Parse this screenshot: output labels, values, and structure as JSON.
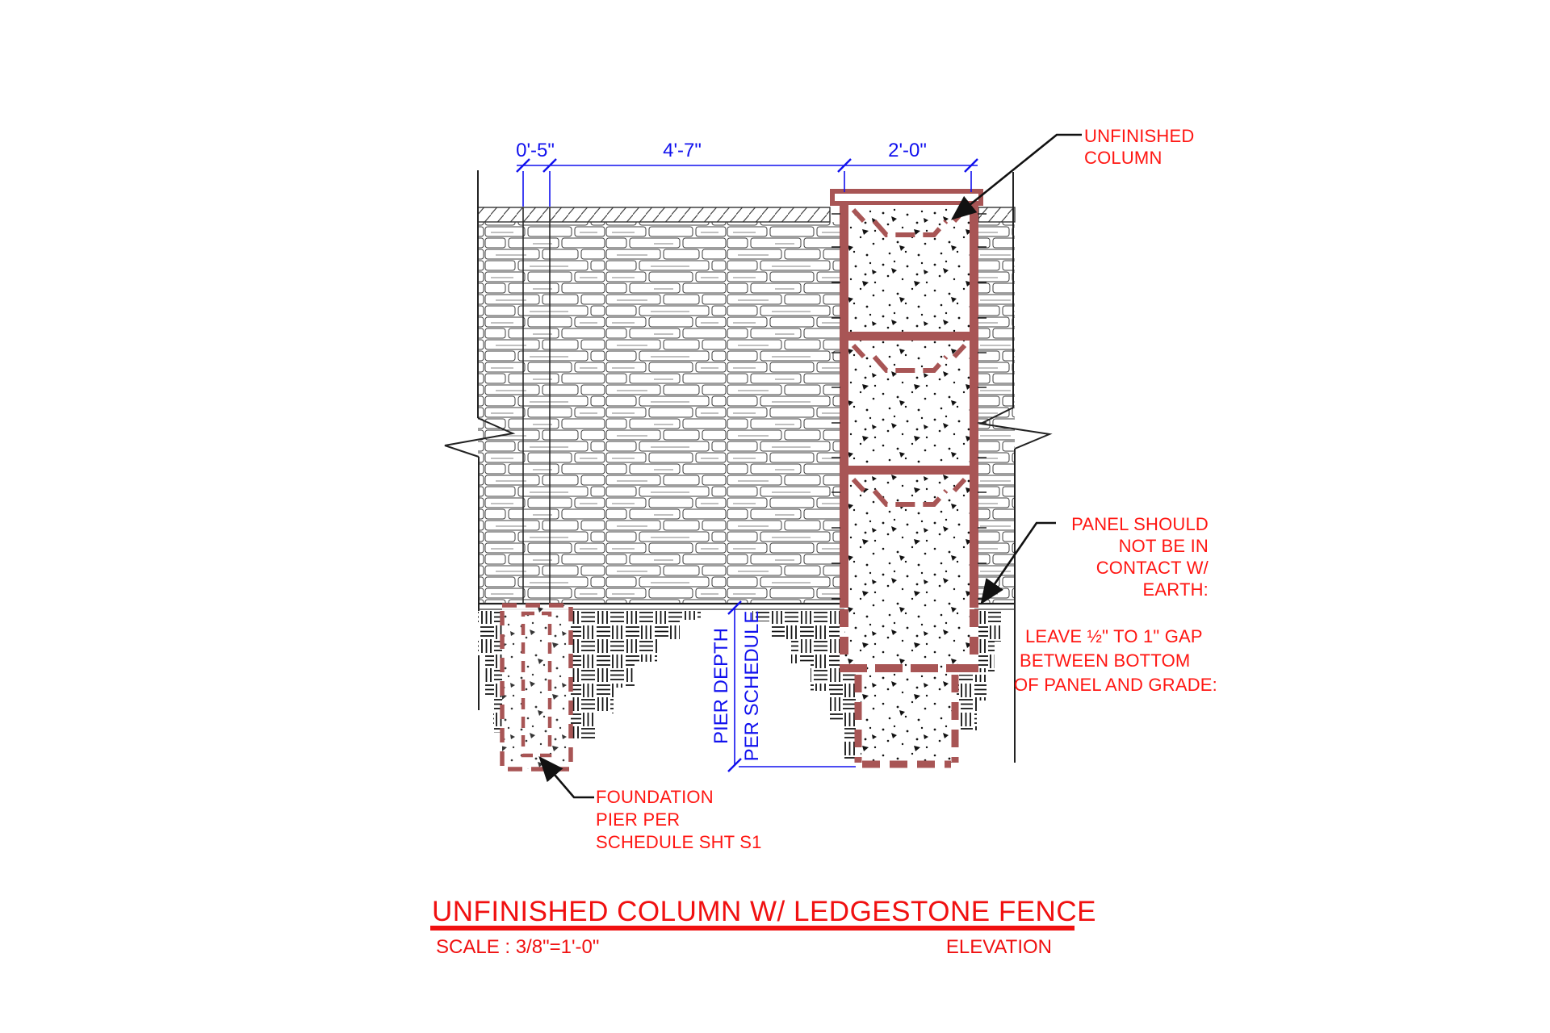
{
  "annotations": {
    "unfinished_column": {
      "line1": "UNFINISHED",
      "line2": "COLUMN"
    },
    "panel_contact": {
      "line1": "PANEL SHOULD",
      "line2": "NOT BE IN",
      "line3": "CONTACT W/",
      "line4": "EARTH:"
    },
    "gap_note": {
      "line1": "LEAVE ½\" TO 1\" GAP",
      "line2": "BETWEEN BOTTOM",
      "line3": "OF PANEL AND GRADE:"
    },
    "foundation_note": {
      "line1": "FOUNDATION",
      "line2": "PIER PER",
      "line3": "SCHEDULE SHT S1"
    }
  },
  "dimensions": {
    "pier_width": "0'-5\"",
    "panel_run": "4'-7\"",
    "column_width": "2'-0\"",
    "pier_depth": {
      "line1": "PIER DEPTH",
      "line2": "PER SCHEDULE"
    }
  },
  "titleblock": {
    "title": "UNFINISHED COLUMN W/ LEDGESTONE FENCE",
    "scale": "SCALE : 3/8\"=1'-0\"",
    "view": "ELEVATION"
  },
  "colors": {
    "annotation_red": "#ff1612",
    "dimension_blue": "#1111ee",
    "masonry_red": "#a85555",
    "line_black": "#1c1c1c"
  }
}
